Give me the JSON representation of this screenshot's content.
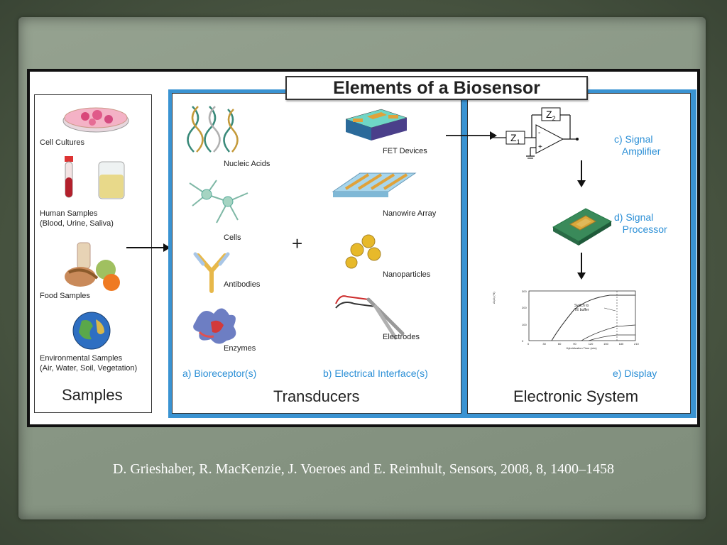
{
  "title": "Elements of a Biosensor",
  "samples": {
    "heading": "Samples",
    "items": [
      {
        "label": "Cell Cultures"
      },
      {
        "label": "Human Samples\n(Blood, Urine, Saliva)"
      },
      {
        "label": "Food Samples"
      },
      {
        "label": "Environmental Samples\n(Air, Water, Soil, Vegetation)"
      }
    ]
  },
  "transducers": {
    "heading": "Transducers",
    "plus": "+",
    "bioreceptors": {
      "caption": "a) Bioreceptor(s)",
      "items": [
        {
          "label": "Nucleic Acids"
        },
        {
          "label": "Cells"
        },
        {
          "label": "Antibodies"
        },
        {
          "label": "Enzymes"
        }
      ]
    },
    "interfaces": {
      "caption": "b) Electrical Interface(s)",
      "items": [
        {
          "label": "FET Devices"
        },
        {
          "label": "Nanowire Array"
        },
        {
          "label": "Nanoparticles"
        },
        {
          "label": "Electrodes"
        }
      ]
    }
  },
  "electronic": {
    "heading": "Electronic System",
    "amplifier": {
      "caption": "c) Signal\n   Amplifier",
      "z1": "Z",
      "z1_sub": "1",
      "z2": "Z",
      "z2_sub": "2"
    },
    "processor": {
      "caption": "d) Signal\n   Processor"
    },
    "display": {
      "caption": "e) Display",
      "plot_note": "Switch to\nTE buffer",
      "x_axis_label": "Hybridization Time (min)",
      "y_axis_label": "ΔI₀/I₀ (%)",
      "x_ticks": [
        "0",
        "30",
        "60",
        "90",
        "120",
        "150",
        "180",
        "210"
      ],
      "y_ticks": [
        "0",
        "100",
        "200",
        "300"
      ]
    }
  },
  "citation": "D. Grieshaber, R. MacKenzie, J. Voeroes and E. Reimhult, Sensors, 2008, 8, 1400–1458"
}
